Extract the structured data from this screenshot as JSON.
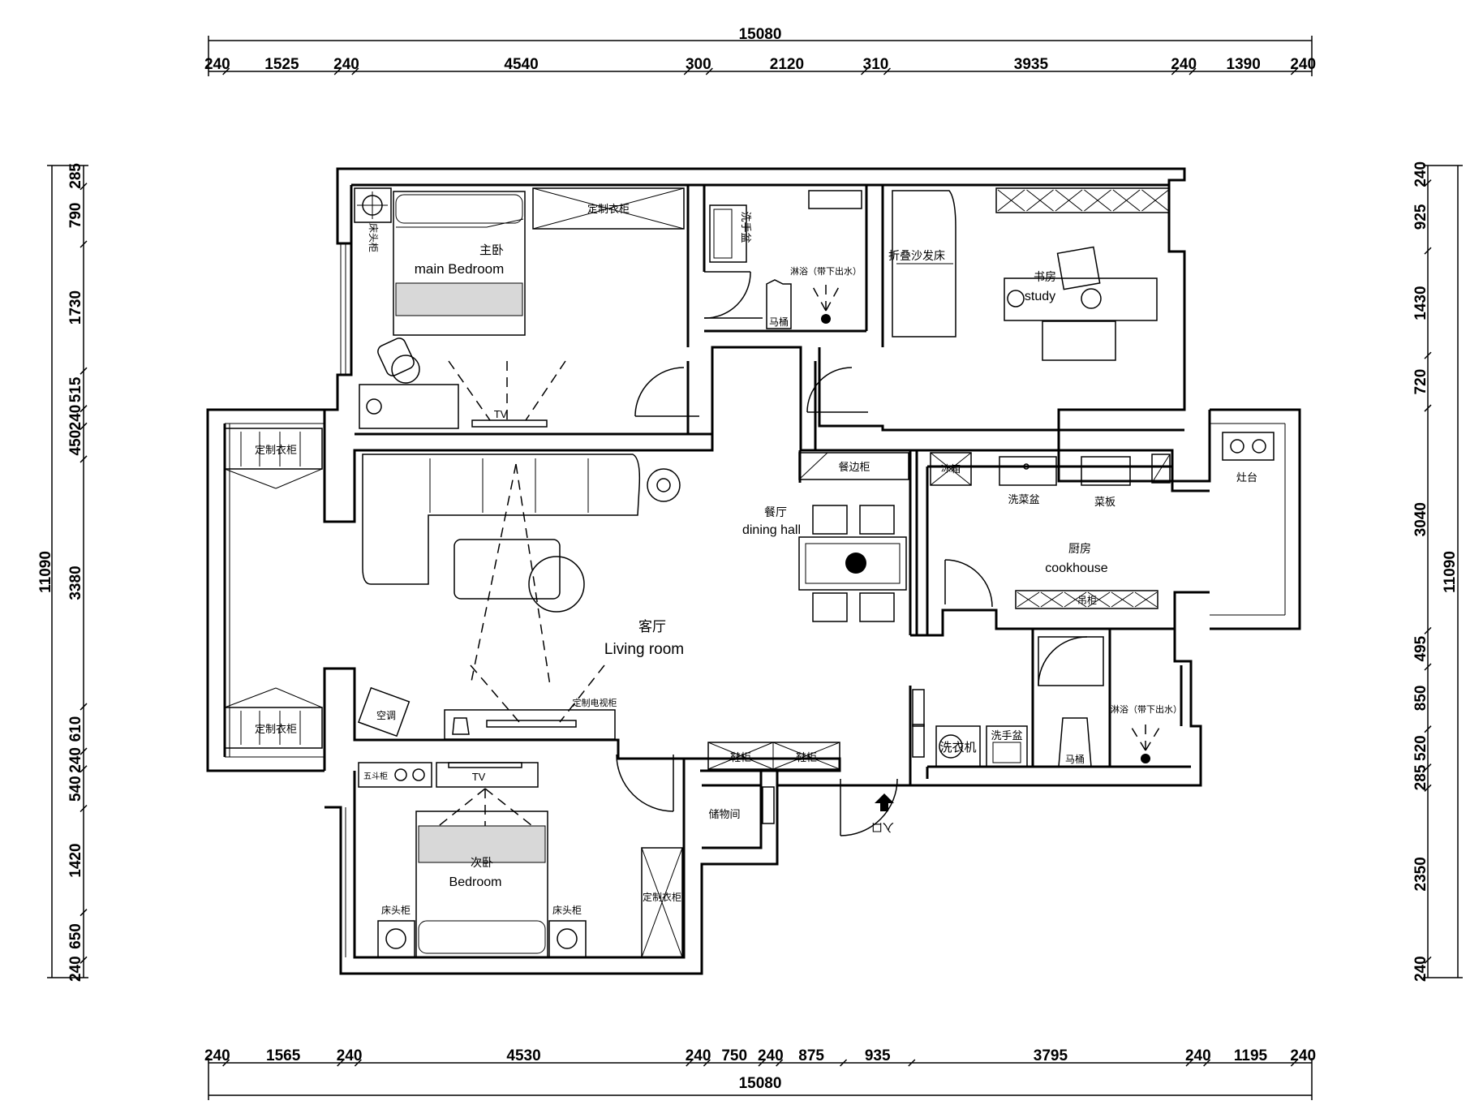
{
  "dimensions": {
    "top_total": "15080",
    "top_segments": [
      "240",
      "1525",
      "240",
      "4540",
      "300",
      "2120",
      "310",
      "3935",
      "240",
      "1390",
      "240"
    ],
    "bottom_total": "15080",
    "bottom_segments": [
      "240",
      "1565",
      "240",
      "4530",
      "240",
      "750",
      "240",
      "875",
      "935",
      "3795",
      "240",
      "1195",
      "240"
    ],
    "left_total": "11090",
    "left_segments": [
      "285",
      "790",
      "1730",
      "515",
      "240",
      "450",
      "3380",
      "610",
      "240",
      "540",
      "1420",
      "650",
      "240"
    ],
    "right_total": "11090",
    "right_segments": [
      "240",
      "925",
      "1430",
      "720",
      "3040",
      "495",
      "850",
      "520",
      "285",
      "2350",
      "240"
    ]
  },
  "rooms": {
    "master_bedroom": {
      "cn": "主卧",
      "en": "main Bedroom"
    },
    "study": {
      "cn": "书房",
      "en": "study"
    },
    "living_room": {
      "cn": "客厅",
      "en": "Living room"
    },
    "dining_hall": {
      "cn": "餐厅",
      "en": "dining hall"
    },
    "kitchen": {
      "cn": "厨房",
      "en": "cookhouse"
    },
    "bedroom": {
      "cn": "次卧",
      "en": "Bedroom"
    },
    "storage": {
      "cn": "储物间"
    },
    "entrance": {
      "cn": "入口"
    }
  },
  "fixtures": {
    "custom_wardrobe": "定制衣柜",
    "bedside_cabinet": "床头柜",
    "wash_basin": "洗手盆",
    "shower": "淋浴（带下出水）",
    "toilet": "马桶",
    "sofa_bed": "折叠沙发床",
    "sideboard": "餐边柜",
    "fridge": "冰箱",
    "sink": "洗菜盆",
    "chopping_board": "菜板",
    "stove": "灶台",
    "tv": "TV",
    "tv_cabinet": "定制电视柜",
    "air_conditioner": "空调",
    "chest": "五斗柜",
    "washing_machine": "洗衣机",
    "shoe_cabinet": "鞋柜",
    "study_cabinet_label": "吊柜"
  }
}
